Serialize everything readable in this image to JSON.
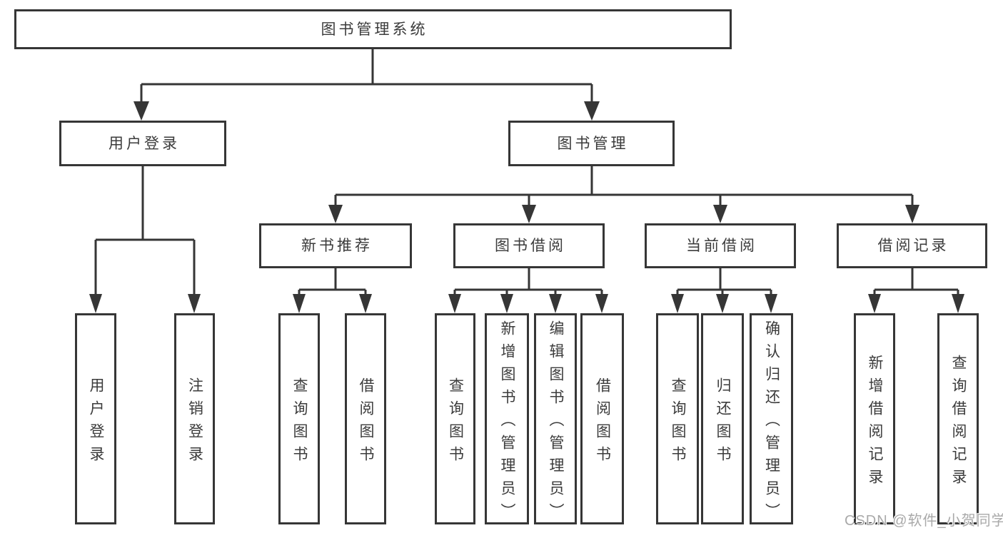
{
  "diagram": {
    "title": "图书管理系统",
    "tree": {
      "root": {
        "label": "图书管理系统"
      },
      "branches": [
        {
          "label": "用户登录",
          "children": [
            {
              "label": "用户登录"
            },
            {
              "label": "注销登录"
            }
          ]
        },
        {
          "label": "图书管理",
          "children": [
            {
              "label": "新书推荐",
              "children": [
                {
                  "label": "查询图书"
                },
                {
                  "label": "借阅图书"
                }
              ]
            },
            {
              "label": "图书借阅",
              "children": [
                {
                  "label": "查询图书"
                },
                {
                  "label": "新增图书（管理员）"
                },
                {
                  "label": "编辑图书（管理员）"
                },
                {
                  "label": "借阅图书"
                }
              ]
            },
            {
              "label": "当前借阅",
              "children": [
                {
                  "label": "查询图书"
                },
                {
                  "label": "归还图书"
                },
                {
                  "label": "确认归还（管理员）"
                }
              ]
            },
            {
              "label": "借阅记录",
              "children": [
                {
                  "label": "新增借阅记录"
                },
                {
                  "label": "查询借阅记录"
                }
              ]
            }
          ]
        }
      ]
    },
    "colors": {
      "line": "#363636",
      "text": "#3b3b3b",
      "background": "#ffffff",
      "watermark": "#a9a9a9"
    }
  },
  "watermark": {
    "text": "CSDN @软件_小贺同学"
  }
}
